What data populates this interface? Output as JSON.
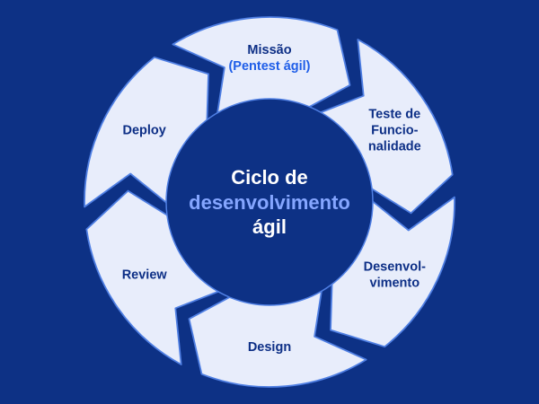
{
  "colors": {
    "background": "#0d3185",
    "segment_fill": "#e8edfb",
    "segment_outline": "#4f7fe3",
    "dark_text": "#0d2f86",
    "accent_text": "#1f5ee8",
    "center_fill": "#0d3185",
    "center_light_text": "#ffffff",
    "center_accent_text": "#85a6ff"
  },
  "cycle": {
    "center": {
      "line1": "Ciclo de",
      "line2": "desenvolvimento",
      "line3": "ágil"
    },
    "segments": [
      {
        "id": "missao",
        "lines": [
          "Missão"
        ],
        "sublabel": "(Pentest ágil)"
      },
      {
        "id": "teste",
        "lines": [
          "Teste de",
          "Funcio-",
          "nalidade"
        ]
      },
      {
        "id": "desenvolvimento",
        "lines": [
          "Desenvol-",
          "vimento"
        ]
      },
      {
        "id": "design",
        "lines": [
          "Design"
        ]
      },
      {
        "id": "review",
        "lines": [
          "Review"
        ]
      },
      {
        "id": "deploy",
        "lines": [
          "Deploy"
        ]
      }
    ]
  }
}
